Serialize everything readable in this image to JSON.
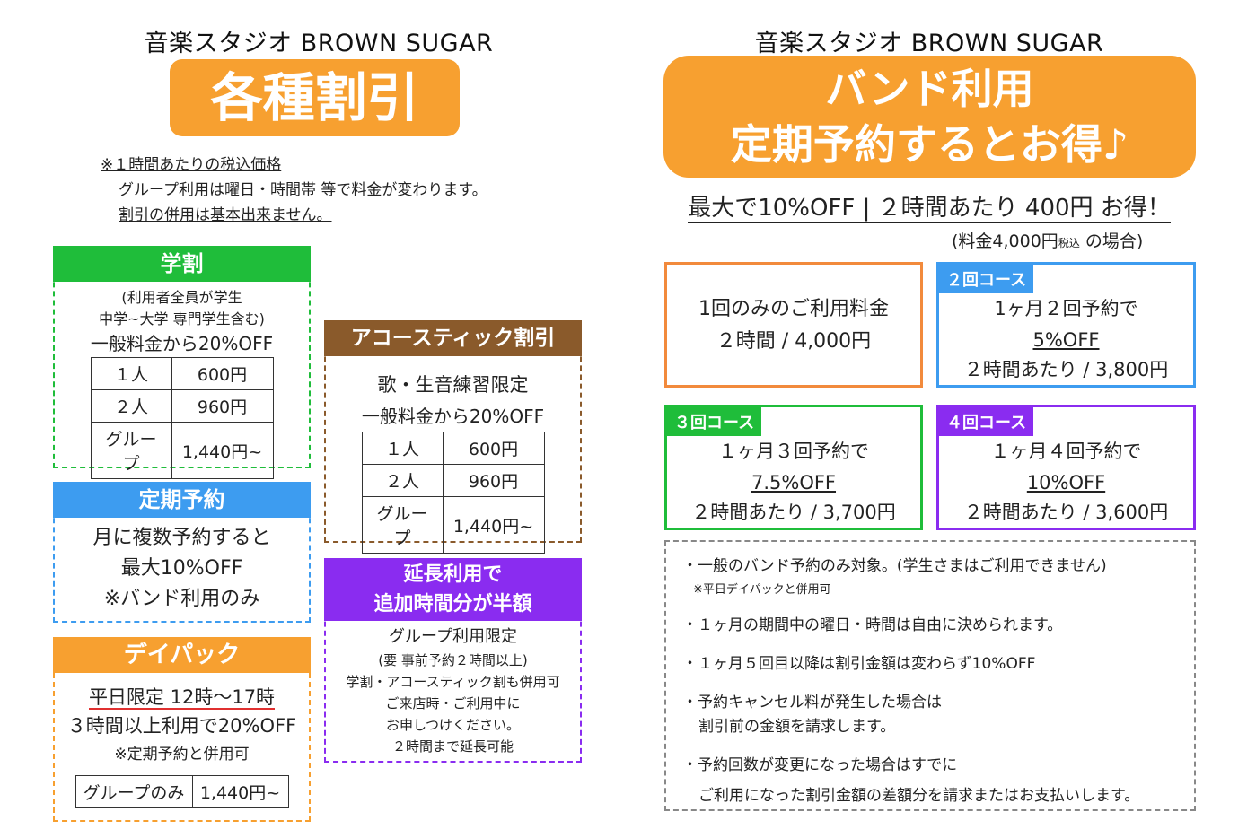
{
  "left": {
    "studio": "音楽スタジオ BROWN SUGAR",
    "title": "各種割引",
    "notes": [
      "※１時間あたりの税込価格",
      "グループ利用は曜日・時間帯 等で料金が変わります。",
      "割引の併用は基本出来ません。"
    ],
    "gakuwari": {
      "header": "学割",
      "sub1": "(利用者全員が学生",
      "sub2": "中学~大学 専門学生含む)",
      "rate": "一般料金から20%OFF",
      "rows": [
        [
          "１人",
          "600円"
        ],
        [
          "２人",
          "960円"
        ],
        [
          "グループ",
          "1,440円~"
        ]
      ]
    },
    "teiki": {
      "header": "定期予約",
      "lines": [
        "月に複数予約すると",
        "最大10%OFF",
        "※バンド利用のみ"
      ]
    },
    "daypack": {
      "header": "デイパック",
      "line1": "平日限定 12時～17時",
      "line2": "３時間以上利用で20%OFF",
      "line3": "※定期予約と併用可",
      "row": [
        "グループのみ",
        "1,440円~"
      ]
    },
    "acoustic": {
      "header": "アコースティック割引",
      "line1": "歌・生音練習限定",
      "rate": "一般料金から20%OFF",
      "rows": [
        [
          "１人",
          "600円"
        ],
        [
          "２人",
          "960円"
        ],
        [
          "グループ",
          "1,440円~"
        ]
      ]
    },
    "encho": {
      "header1": "延長利用で",
      "header2": "追加時間分が半額",
      "lines": [
        "グループ利用限定",
        "(要 事前予約２時間以上)",
        "学割・アコースティック割も併用可",
        "ご来店時・ご利用中に",
        "お申しつけください。",
        "２時間まで延長可能"
      ]
    }
  },
  "right": {
    "studio": "音楽スタジオ BROWN SUGAR",
    "title1": "バンド利用",
    "title2": "定期予約するとお得♪",
    "headline": "最大で10%OFF | ２時間あたり 400円 お得！",
    "sub_prefix": "(料金4,000円",
    "sub_small": "税込",
    "sub_suffix": " の場合)",
    "once": {
      "line1": "1回のみのご利用料金",
      "line2": "２時間 / 4,000円"
    },
    "course2": {
      "tag": "２回コース",
      "line1": "1ヶ月２回予約で",
      "line2": "5%OFF",
      "line3": "２時間あたり / 3,800円"
    },
    "course3": {
      "tag": "３回コース",
      "line1": "１ヶ月３回予約で",
      "line2": "7.5%OFF",
      "line3": "２時間あたり / 3,700円"
    },
    "course4": {
      "tag": "４回コース",
      "line1": "１ヶ月４回予約で",
      "line2": "10%OFF",
      "line3": "２時間あたり / 3,600円"
    },
    "notes": {
      "n1": "・一般のバンド予約のみ対象。(学生さまはご利用できません)",
      "n1b": "※平日デイパックと併用可",
      "n2": "・１ヶ月の期間中の曜日・時間は自由に決められます。",
      "n3": "・１ヶ月５回目以降は割引金額は変わらず10%OFF",
      "n4": "・予約キャンセル料が発生した場合は",
      "n4b": "割引前の金額を請求します。",
      "n5": "・予約回数が変更になった場合はすでに",
      "n5b": "ご利用になった割引金額の差額分を請求またはお支払いします。"
    }
  },
  "colors": {
    "orange": "#f7a030",
    "green": "#1fbd3a",
    "blue": "#3d9cf0",
    "brown": "#8a5a2b",
    "purple": "#8a2cf0",
    "red_underline": "#e03030"
  }
}
